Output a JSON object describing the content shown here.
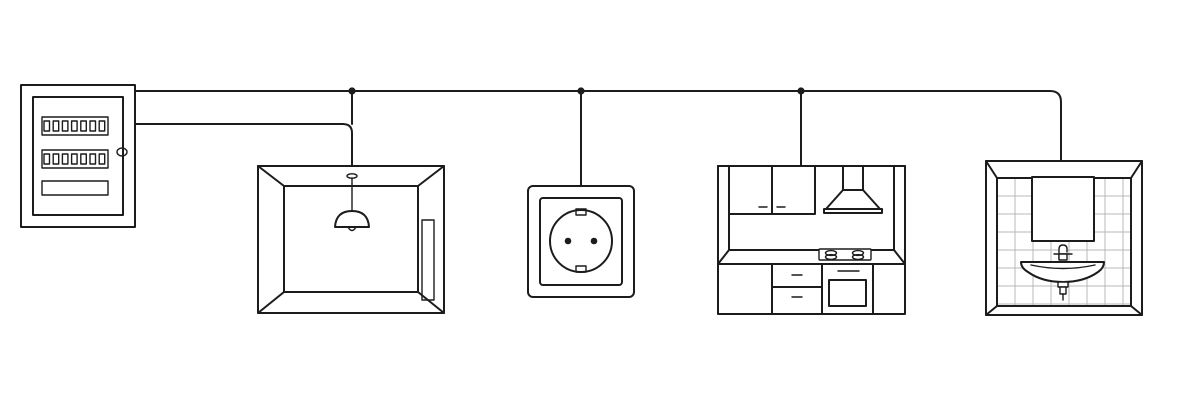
{
  "colors": {
    "panel_accent": "#f7c531",
    "line": "#1c1c1c",
    "tile_grid": "#b9b9b9",
    "background": "#ffffff"
  },
  "nodes": [
    {
      "name": "electrical-distribution-panel",
      "icon": "breaker-panel-icon"
    },
    {
      "name": "room-with-ceiling-lamp",
      "icon": "ceiling-lamp-icon"
    },
    {
      "name": "wall-power-socket",
      "icon": "schuko-socket-icon"
    },
    {
      "name": "kitchen",
      "icon": "kitchen-icon"
    },
    {
      "name": "bathroom",
      "icon": "bathroom-sink-icon"
    }
  ]
}
